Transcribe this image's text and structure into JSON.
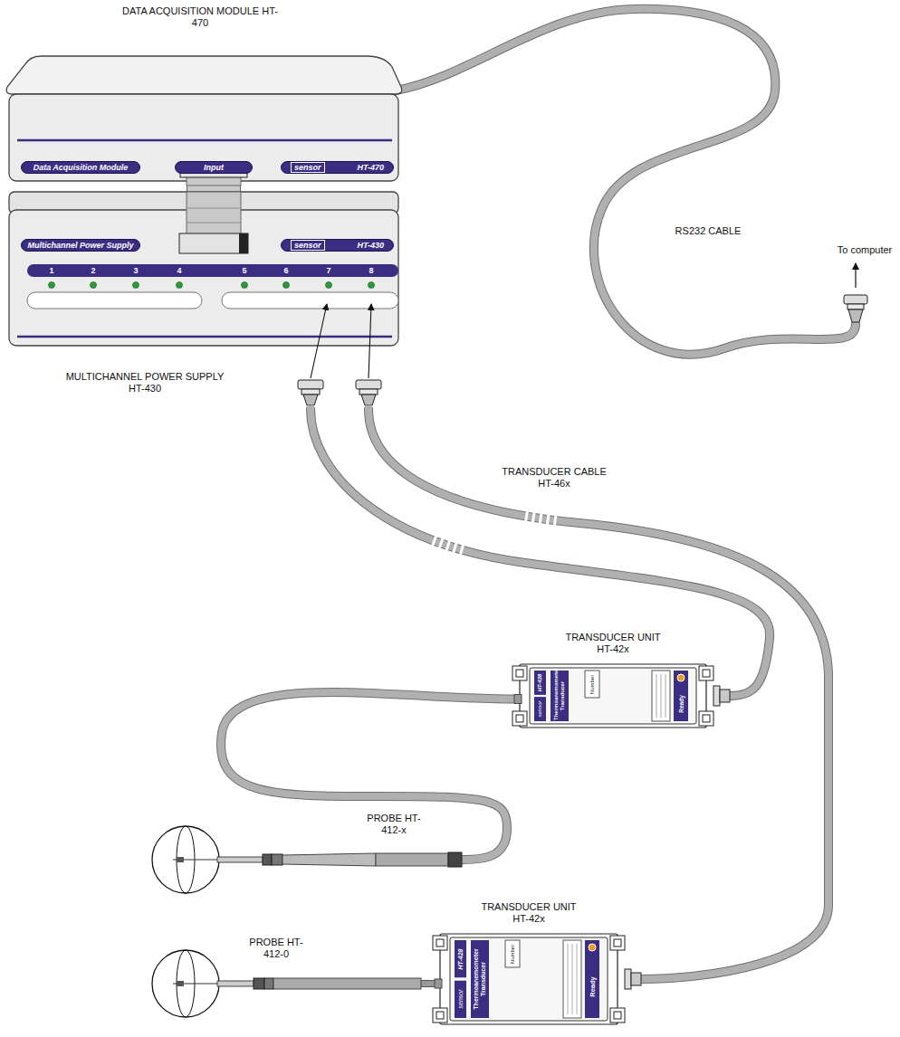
{
  "diagram": {
    "nodes": [
      {
        "text": [
          "DATA ACQUISITION MODULE HT-470"
        ]
      },
      {
        "text": [
          "Data Acquisition Module"
        ],
        "in": 0
      },
      {
        "text": [
          "Input"
        ],
        "in": 0
      },
      {
        "text": [
          "sensor",
          "HT-470"
        ],
        "in": 0
      },
      {
        "text": [
          "MULTICHANNEL POWER SUPPLY HT-430"
        ]
      },
      {
        "text": [
          "Multichannel Power Supply"
        ],
        "in": 4
      },
      {
        "text": [
          "sensor",
          "HT-430"
        ],
        "in": 4
      },
      {
        "text": [
          "1",
          "2",
          "3",
          "4",
          "5",
          "6",
          "7",
          "8"
        ],
        "in": 4
      },
      {
        "text": [
          "TRANSDUCER UNIT HT-42x",
          "HT-428",
          "Thermoanemometer Transducer",
          "sensor",
          "Number",
          "Ready"
        ]
      },
      {
        "text": [
          "PROBE HT-412-x"
        ]
      },
      {
        "text": [
          "TRANSDUCER UNIT HT-42x",
          "HT-428",
          "Thermoanemometer Transducer",
          "sensor",
          "Number",
          "Ready"
        ]
      },
      {
        "text": [
          "PROBE HT-412-0"
        ]
      }
    ],
    "edges": [
      {
        "from": 2,
        "to": 4,
        "arrow": "none"
      },
      {
        "from": 4,
        "to": 8,
        "arrow": "none"
      },
      {
        "from": 4,
        "to": 10,
        "arrow": "none"
      },
      {
        "from": 8,
        "to": 9,
        "arrow": "none"
      },
      {
        "from": 10,
        "to": 11,
        "arrow": "none"
      }
    ],
    "labels": [
      "RS232 CABLE",
      "To computer",
      "TRANSDUCER CABLE HT-46x"
    ]
  }
}
